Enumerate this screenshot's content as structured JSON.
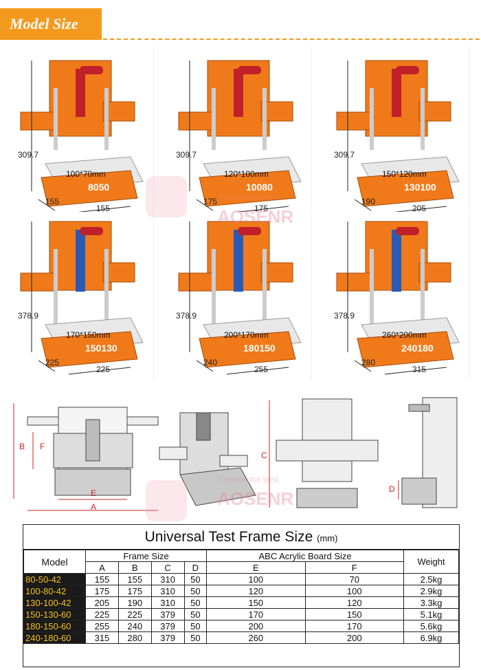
{
  "header": {
    "title": "Model Size"
  },
  "watermark": {
    "tagline": "Choose the best",
    "brand": "AOSENR"
  },
  "machines": [
    {
      "model": "8050",
      "height": "309.7",
      "plate": "100*70mm",
      "depth": "155",
      "width": "155"
    },
    {
      "model": "10080",
      "height": "309.7",
      "plate": "120*100mm",
      "depth": "175",
      "width": "175"
    },
    {
      "model": "130100",
      "height": "309.7",
      "plate": "150*120mm",
      "depth": "190",
      "width": "205"
    },
    {
      "model": "150130",
      "height": "378.9",
      "plate": "170*150mm",
      "depth": "225",
      "width": "225"
    },
    {
      "model": "180150",
      "height": "378.9",
      "plate": "200*170mm",
      "depth": "240",
      "width": "255"
    },
    {
      "model": "240180",
      "height": "378.9",
      "plate": "260*200mm",
      "depth": "280",
      "width": "315"
    }
  ],
  "drawing_labels": {
    "a": "A",
    "b": "B",
    "c": "C",
    "d": "D",
    "e": "E",
    "f": "F"
  },
  "table": {
    "title": "Universal Test Frame Size",
    "unit": "(mm)",
    "header_model": "Model",
    "header_frame": "Frame Size",
    "header_abc": "ABC Acrylic Board Size",
    "header_weight": "Weight",
    "cols": [
      "A",
      "B",
      "C",
      "D",
      "E",
      "F"
    ],
    "rows": [
      {
        "model": "80-50-42",
        "a": "155",
        "b": "155",
        "c": "310",
        "d": "50",
        "e": "100",
        "f": "70",
        "weight": "2.5kg"
      },
      {
        "model": "100-80-42",
        "a": "175",
        "b": "175",
        "c": "310",
        "d": "50",
        "e": "120",
        "f": "100",
        "weight": "2.9kg"
      },
      {
        "model": "130-100-42",
        "a": "205",
        "b": "190",
        "c": "310",
        "d": "50",
        "e": "150",
        "f": "120",
        "weight": "3.3kg"
      },
      {
        "model": "150-130-60",
        "a": "225",
        "b": "225",
        "c": "379",
        "d": "50",
        "e": "170",
        "f": "150",
        "weight": "5.1kg"
      },
      {
        "model": "180-150-60",
        "a": "255",
        "b": "240",
        "c": "379",
        "d": "50",
        "e": "200",
        "f": "170",
        "weight": "5.6kg"
      },
      {
        "model": "240-180-60",
        "a": "315",
        "b": "280",
        "c": "379",
        "d": "50",
        "e": "260",
        "f": "200",
        "weight": "6.9kg"
      }
    ]
  },
  "colors": {
    "accent": "#f39a1e",
    "machine": "#f07a1a",
    "handle": "#c0202a",
    "blue": "#2a5ab8",
    "dimension": "#d02020"
  }
}
